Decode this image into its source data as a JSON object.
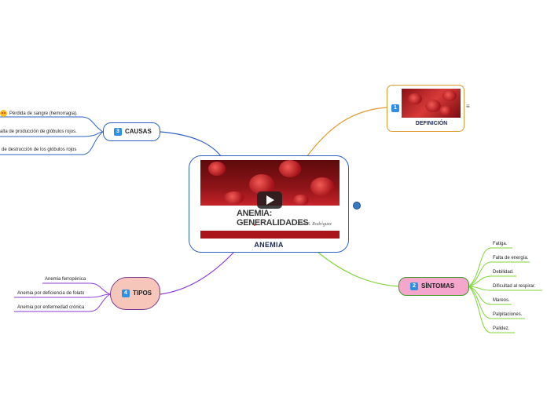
{
  "central": {
    "label": "ANEMIA",
    "video_title": "ANEMIA: GENERALIDADES",
    "video_author": "Juan S. Rodríguez"
  },
  "definicion": {
    "badge": "1",
    "label": "DEFINICIÓN",
    "note_icon": "≡"
  },
  "sintomas": {
    "badge": "2",
    "label": "SÍNTOMAS",
    "items": [
      "Fatiga.",
      "Falta de energía.",
      "Debilidad.",
      "Dificultad al respirar.",
      "Mareos.",
      "Palpitaciones.",
      "Palidez."
    ]
  },
  "causas": {
    "badge": "3",
    "label": "CAUSAS",
    "items": [
      "Pérdida de sangre (hemorragia).",
      "alta de producción de glóbulos rojos.",
      "de destrucción de los glóbulos rojos"
    ]
  },
  "tipos": {
    "badge": "4",
    "label": "TIPOS",
    "items": [
      "Anemia ferropénica",
      "Anemia por deficiencia de folato",
      "Anemia por enfermedad crónica"
    ]
  },
  "colors": {
    "causas": "#2d62c4",
    "definicion": "#e09a2e",
    "sintomas": "#7fd63a",
    "tipos": "#7b3a8f"
  },
  "icons": [
    "play-icon",
    "globe-icon",
    "note-icon",
    "emoji-icon"
  ]
}
